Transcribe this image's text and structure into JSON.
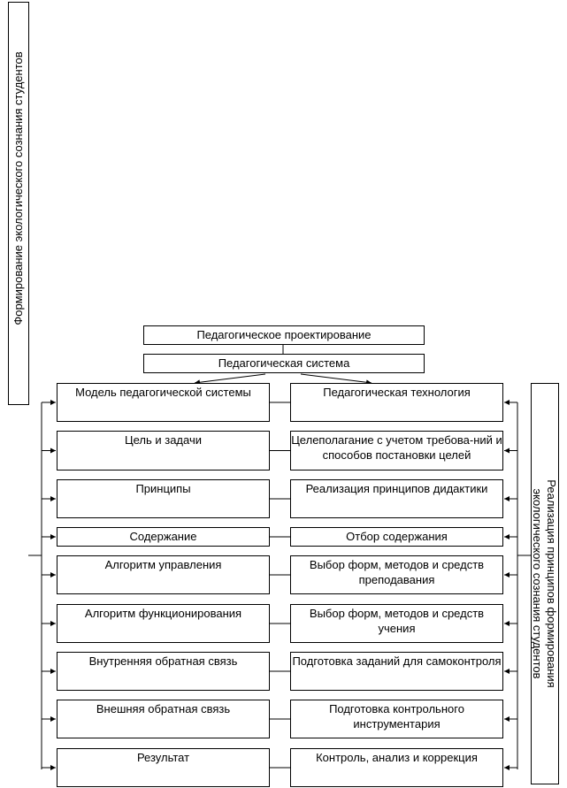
{
  "left_vertical_label": "Формирование экологического сознания студентов",
  "right_vertical_label": "Реализация принципов формирования экологического сознания студентов",
  "top": {
    "design": "Педагогическое проектирование",
    "system": "Педагогическая система"
  },
  "rows": [
    {
      "left": "Модель педагогической системы",
      "right": "Педагогическая технология"
    },
    {
      "left": "Цель и задачи",
      "right": "Целеполагание с учетом требова-ний и способов постановки целей"
    },
    {
      "left": "Принципы",
      "right": "Реализация принципов дидактики"
    },
    {
      "left": "Содержание",
      "right": "Отбор содержания"
    },
    {
      "left": "Алгоритм управления",
      "right": "Выбор форм, методов и средств преподавания"
    },
    {
      "left": "Алгоритм функционирования",
      "right": "Выбор форм, методов и средств учения"
    },
    {
      "left": "Внутренняя обратная связь",
      "right": "Подготовка заданий для самоконтроля"
    },
    {
      "left": "Внешняя обратная связь",
      "right": "Подготовка контрольного инструментария"
    },
    {
      "left": "Результат",
      "right": "Контроль, анализ и коррекция"
    }
  ]
}
